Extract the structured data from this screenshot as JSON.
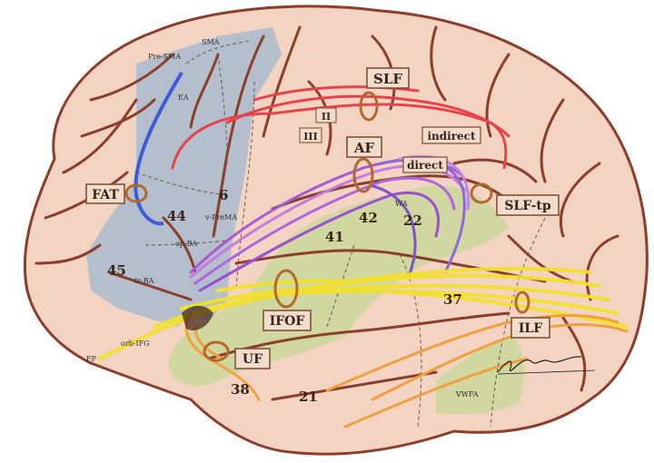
{
  "tracts": {
    "slf": "SLF",
    "ii": "II",
    "iii": "III",
    "af": "AF",
    "indirect": "indirect",
    "direct": "direct",
    "fat": "FAT",
    "slf_tp": "SLF-tp",
    "ifof": "IFOF",
    "uf": "UF",
    "ilf": "ILF"
  },
  "areas": {
    "pre_sma": "Pre-SMA",
    "sma": "SMA",
    "ea": "EA",
    "v_premа": "v-PreMA",
    "op_ba": "op-BA",
    "tr_ba": "tr-BA",
    "orb_ifg": "orb-IFG",
    "fp": "FP",
    "wa": "WA",
    "vwfa": "VWFA"
  },
  "brodmann": {
    "b44": "44",
    "b6": "6",
    "b45": "45",
    "b41": "41",
    "b42": "42",
    "b22": "22",
    "b37": "37",
    "b38": "38",
    "b21": "21"
  },
  "colors": {
    "cortex": "#f3d3c1",
    "gyrus_line": "#8a3e2c",
    "blue_region": "#9fb7cf",
    "green_region": "#c9d79a",
    "slf_red": "#e8434b",
    "af_purple": "#a65ad6",
    "ifof_yellow": "#f3e12c",
    "uf_orange": "#f0a040",
    "fat_blue": "#3f5bd6",
    "label_box": "#f2dccb",
    "label_border": "#7a4a30"
  }
}
